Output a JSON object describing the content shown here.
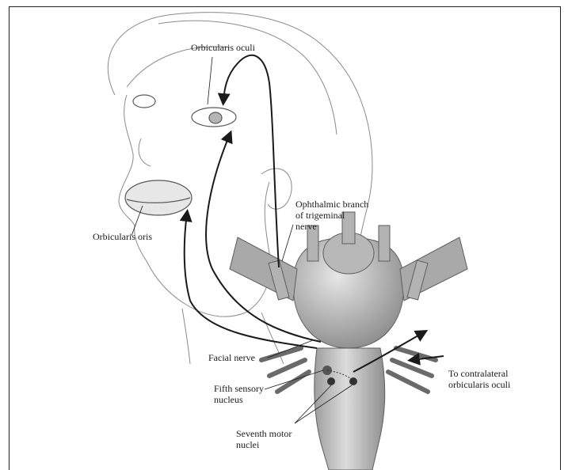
{
  "labels": {
    "orbicularis_oculi": "Orbicularis oculi",
    "ophthalmic_branch": [
      "Ophthalmic branch",
      "of trigeminal",
      "nerve"
    ],
    "orbicularis_oris": "Orbicularis oris",
    "facial_nerve": "Facial nerve",
    "contralateral": [
      "To contralateral",
      "orbicularis oculi"
    ],
    "fifth_sensory": [
      "Fifth sensory",
      "nucleus"
    ],
    "seventh_motor": [
      "Seventh motor",
      "nuclei"
    ]
  },
  "colors": {
    "line": "#1a1a1a",
    "sketch": "#8a8a8a",
    "brainstem_fill": "#c9c9c9",
    "brainstem_shade": "#9d9d9d"
  }
}
